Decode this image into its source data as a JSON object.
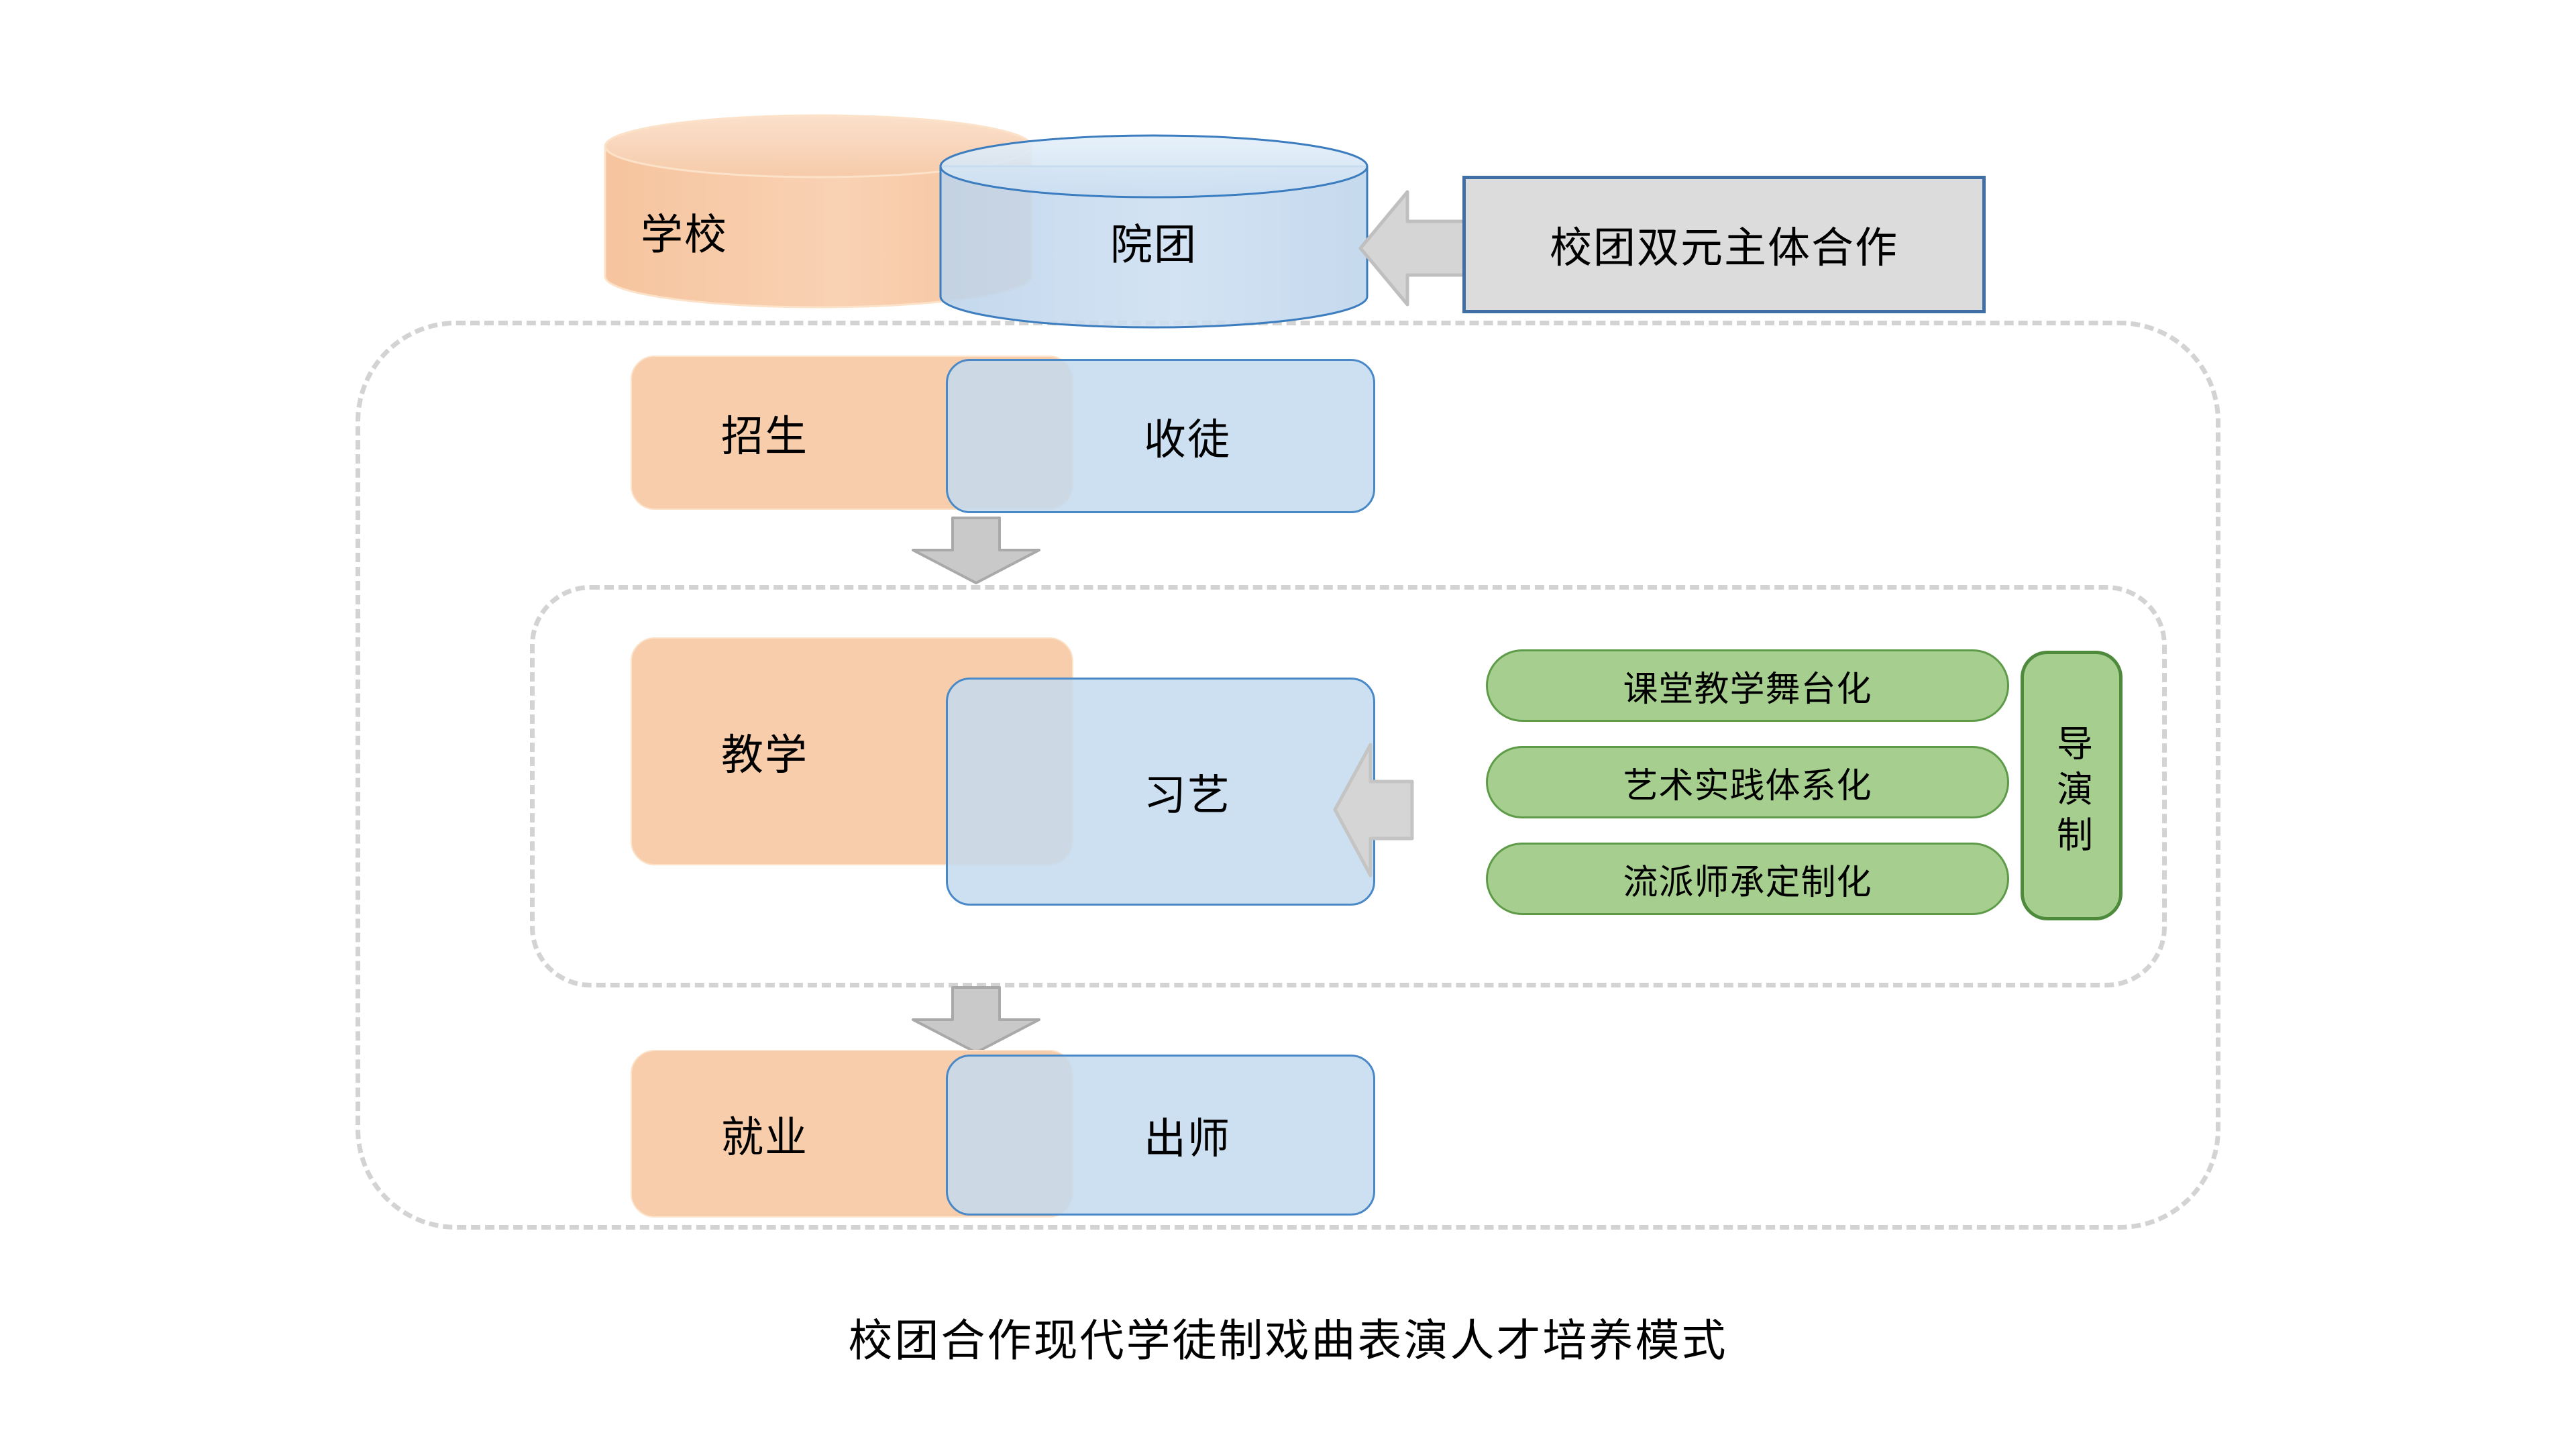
{
  "caption": "校团合作现代学徒制戏曲表演人才培养模式",
  "colors": {
    "orange_fill": "#F8CDAB",
    "orange_stroke": "#FBE2C9",
    "blue_fill": "#C5DBEF",
    "blue_stroke": "#4A89C7",
    "green_fill": "#A6CE8F",
    "green_stroke": "#5E9B49",
    "green_stroke_dark": "#4E8A3B",
    "gray_fill": "#DCDCDC",
    "gray_stroke": "#BFBFBF",
    "callout_stroke": "#3F6FA5",
    "dashed_frame": "#D3D3D3",
    "text": "#000000"
  },
  "top_row": {
    "school_label": "学校",
    "troupe_label": "院团",
    "callout_label": "校团双元主体合作",
    "arrow_icon": "arrow-left-icon"
  },
  "stages": [
    {
      "id": "recruit",
      "school_label": "招生",
      "troupe_label": "收徒"
    },
    {
      "id": "teach",
      "school_label": "教学",
      "troupe_label": "习艺"
    },
    {
      "id": "employ",
      "school_label": "就业",
      "troupe_label": "出师"
    }
  ],
  "flow_arrows": [
    {
      "id": "recruit-to-teach",
      "icon": "arrow-down-icon"
    },
    {
      "id": "teach-to-employ",
      "icon": "arrow-down-icon"
    }
  ],
  "teaching_methods": {
    "feed_arrow_icon": "arrow-left-icon",
    "items": [
      "课堂教学舞台化",
      "艺术实践体系化",
      "流派师承定制化"
    ],
    "system_label": "导演制"
  }
}
